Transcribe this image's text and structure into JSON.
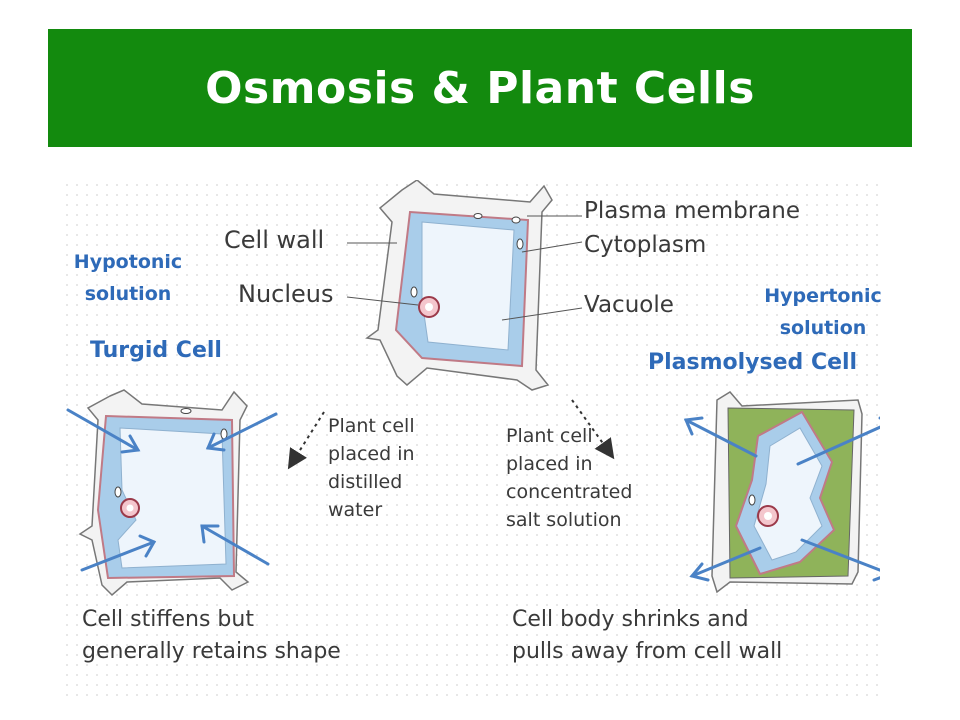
{
  "title": "Osmosis & Plant Cells",
  "labels": {
    "cell_wall": "Cell wall",
    "nucleus": "Nucleus",
    "plasma_membrane": "Plasma membrane",
    "cytoplasm": "Cytoplasm",
    "vacuole": "Vacuole"
  },
  "left": {
    "solution_line1": "Hypotonic",
    "solution_line2": "solution",
    "cell_name": "Turgid Cell",
    "instruction_line1": "Plant cell",
    "instruction_line2": "placed in",
    "instruction_line3": "distilled",
    "instruction_line4": "water",
    "caption_line1": "Cell stiffens but",
    "caption_line2": "generally retains shape"
  },
  "right": {
    "solution_line1": "Hypertonic",
    "solution_line2": "solution",
    "cell_name": "Plasmolysed Cell",
    "instruction_line1": "Plant cell",
    "instruction_line2": "placed in",
    "instruction_line3": "concentrated",
    "instruction_line4": "salt solution",
    "caption_line1": "Cell body shrinks and",
    "caption_line2": "pulls away from cell wall"
  },
  "colors": {
    "title_bg": "#138a0e",
    "annotation_blue": "#2e6ab8",
    "cytoplasm": "#a9cdea",
    "vacuole": "#eef5fc",
    "salt_solution": "#8fb35a"
  }
}
